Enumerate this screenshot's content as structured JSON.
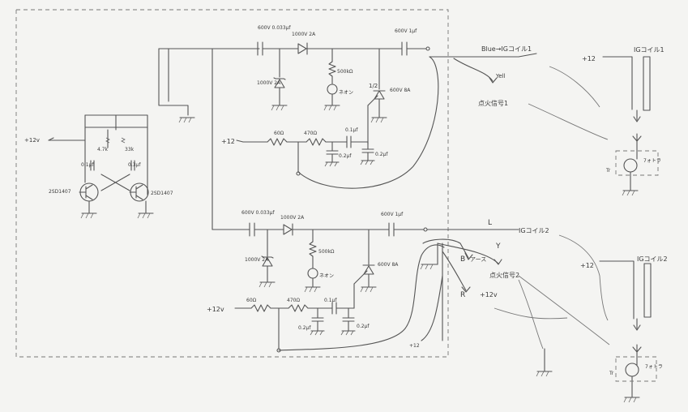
{
  "labels": {
    "plus12v_left": "+12v",
    "plus12_top_rail": "+12",
    "r_60_top": "60Ω",
    "r_470_top": "470Ω",
    "c_01_top": "0.1μf",
    "c_02a_top": "0.2μf",
    "c_02b_top": "0.2μf",
    "cap_top_1": "600V 0.033μf",
    "diode_top_1": "1000V 2A",
    "zener_top_1": "1000V 2A",
    "r_500k_top": "500kΩ",
    "neon_top": "ネオン",
    "scr_top_left": "1/2",
    "scr_top": "600V 8A",
    "cap_out_top": "600V 1μf",
    "blue_ig1": "Blue→IGコイル1",
    "yell": "Yell",
    "sig1": "点火信号1",
    "ig_coil1": "IGコイル1",
    "plus12_right1": "+12",
    "tr_right1": "Tr",
    "tr_right1_side": "7ォトラ",
    "osc_r1": "4.7k",
    "osc_r2": "33k",
    "osc_c1": "0.1μf",
    "osc_c2": "0.3μf",
    "tr_left1": "2SD1407",
    "tr_left2": "2SD1407",
    "cap_bot_1": "600V 0.033μf",
    "diode_bot_1": "1000V 2A",
    "zener_bot_1": "1000V 2A",
    "r_500k_bot": "500kΩ",
    "neon_bot": "ネオン",
    "scr_bot": "600V 8A",
    "cap_out_bot": "600V 1μf",
    "plus12v_bot": "+12v",
    "r_60_bot": "60Ω",
    "r_470_bot": "470Ω",
    "c_01_bot": "0.1μf",
    "c_02a_bot": "0.2μf",
    "c_02b_bot": "0.2μf",
    "L_label": "L",
    "ig_coil2_line": "IGコイル2",
    "Y_label": "Y",
    "B_label": "B",
    "B_ground": "アース",
    "sig2": "点火信号2",
    "R_label": "R",
    "R_plus12": "+12v",
    "plus12_right2": "+12",
    "ig_coil2": "IGコイル2",
    "tr_right2": "Tr",
    "tr_right2_side": "7ォトラ",
    "bottom_note": "+12"
  }
}
